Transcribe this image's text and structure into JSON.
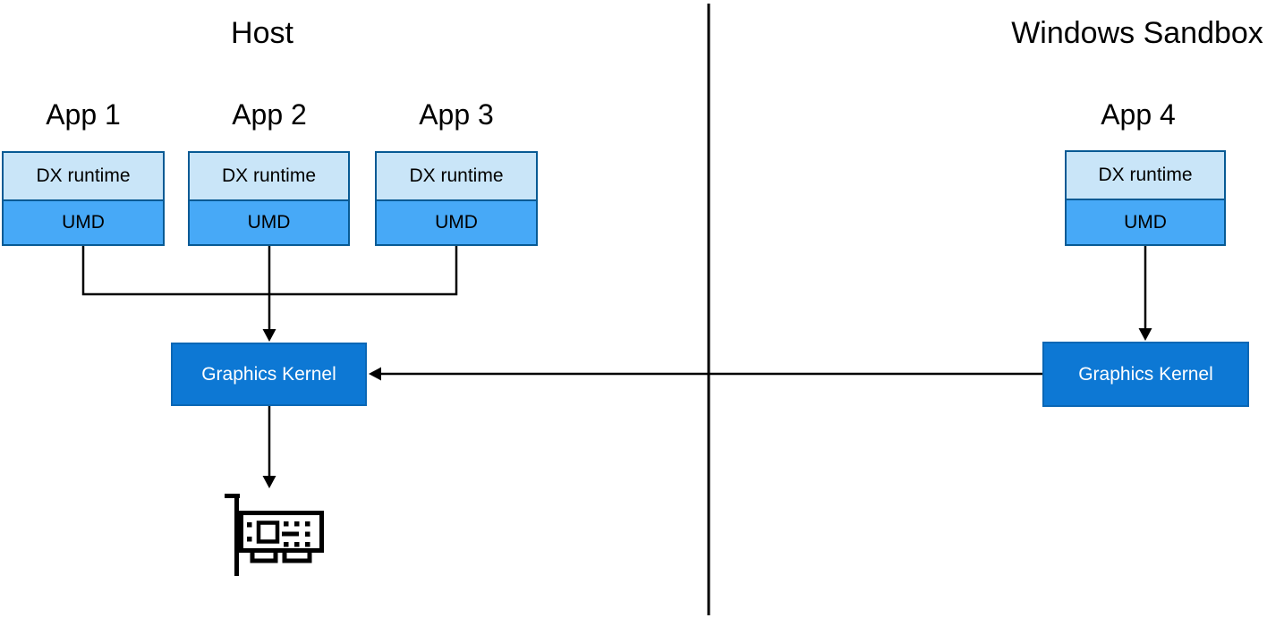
{
  "diagram": {
    "host": {
      "title": "Host",
      "apps": [
        {
          "label": "App 1",
          "layers": [
            "DX runtime",
            "UMD"
          ]
        },
        {
          "label": "App 2",
          "layers": [
            "DX runtime",
            "UMD"
          ]
        },
        {
          "label": "App 3",
          "layers": [
            "DX runtime",
            "UMD"
          ]
        }
      ],
      "kernel_label": "Graphics Kernel",
      "gpu_icon": "graphics-card-icon"
    },
    "sandbox": {
      "title": "Windows Sandbox",
      "apps": [
        {
          "label": "App 4",
          "layers": [
            "DX runtime",
            "UMD"
          ]
        }
      ],
      "kernel_label": "Graphics Kernel"
    },
    "colors": {
      "dx_fill": "#c9e5f8",
      "umd_fill": "#47a9f7",
      "box_border": "#075a94",
      "kernel_fill": "#0d78d4",
      "kernel_border": "#0a67b5",
      "kernel_text": "#ffffff",
      "line": "#000000",
      "text": "#000000",
      "background": "#ffffff"
    }
  }
}
